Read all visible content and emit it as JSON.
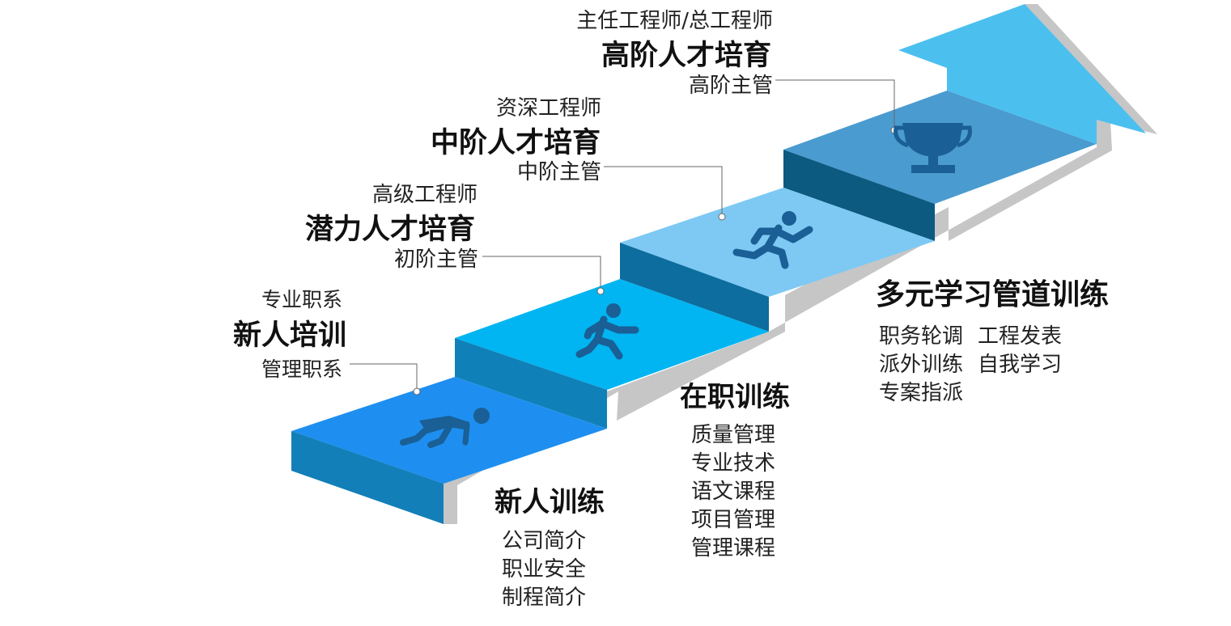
{
  "levels": [
    {
      "top": "专业职系",
      "title": "新人培训",
      "bottom": "管理职系"
    },
    {
      "top": "高级工程师",
      "title": "潜力人才培育",
      "bottom": "初阶主管"
    },
    {
      "top": "资深工程师",
      "title": "中阶人才培育",
      "bottom": "中阶主管"
    },
    {
      "top": "主任工程师/总工程师",
      "title": "高阶人才培育",
      "bottom": "高阶主管"
    }
  ],
  "trainings": [
    {
      "title": "新人训练",
      "items": [
        "公司简介",
        "职业安全",
        "制程简介"
      ]
    },
    {
      "title": "在职训练",
      "items": [
        "质量管理",
        "专业技术",
        "语文课程",
        "项目管理",
        "管理课程"
      ]
    },
    {
      "title": "多元学习管道训练",
      "items": [
        "职务轮调",
        "工程发表",
        "派外训练",
        "自我学习",
        "专案指派"
      ]
    }
  ],
  "icons": [
    "crouching-runner-icon",
    "walking-person-icon",
    "running-person-icon",
    "trophy-icon"
  ],
  "colors": {
    "step1_top": "#1e90f0",
    "step2_top": "#00b4f0",
    "step3_top": "#7cc8f4",
    "step4_top": "#4a9bd0",
    "step_front": "#127cb8",
    "step4_front": "#0c5a80",
    "shadow": "#c4c4c4",
    "arrow": "#4bbfee",
    "icon": "#1a5f95"
  }
}
